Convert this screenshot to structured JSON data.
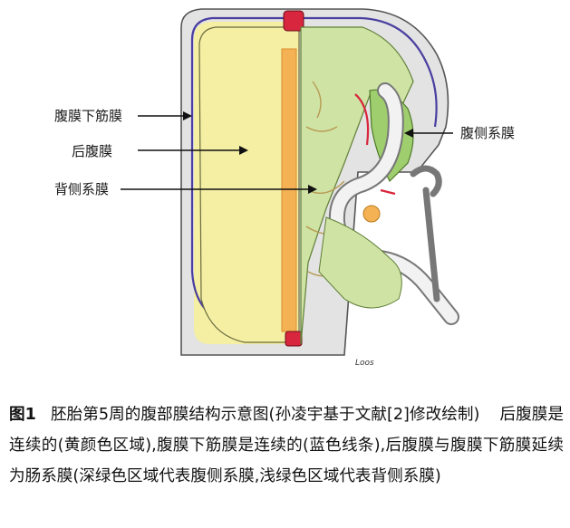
{
  "labels": {
    "ventral_mesentery": "腹侧系膜",
    "transversalis": "腹膜下筋膜",
    "peritoneum": "后腹膜",
    "dorsal_mesentery": "背侧系膜"
  },
  "signature": "Loos",
  "caption": {
    "figure_number": "图1",
    "title": "胚胎第5周的腹部膜结构示意图(孙凌宇基于文献[2]修改绘制)",
    "description": "后腹膜是连续的(黄颜色区域),腹膜下筋膜是连续的(蓝色线条),后腹膜与腹膜下筋膜延续为肠系膜(深绿色区域代表腹侧系膜,浅绿色区域代表背侧系膜)"
  },
  "colors": {
    "peritoneum_yellow": "#f4efa3",
    "fascia_blue": "#4a3fa0",
    "dark_green": "#9fce6e",
    "light_green": "#cfe3a5",
    "wall_gray": "#e3e3e3",
    "aorta_red": "#d7263d",
    "cord_orange": "#f5b255"
  }
}
